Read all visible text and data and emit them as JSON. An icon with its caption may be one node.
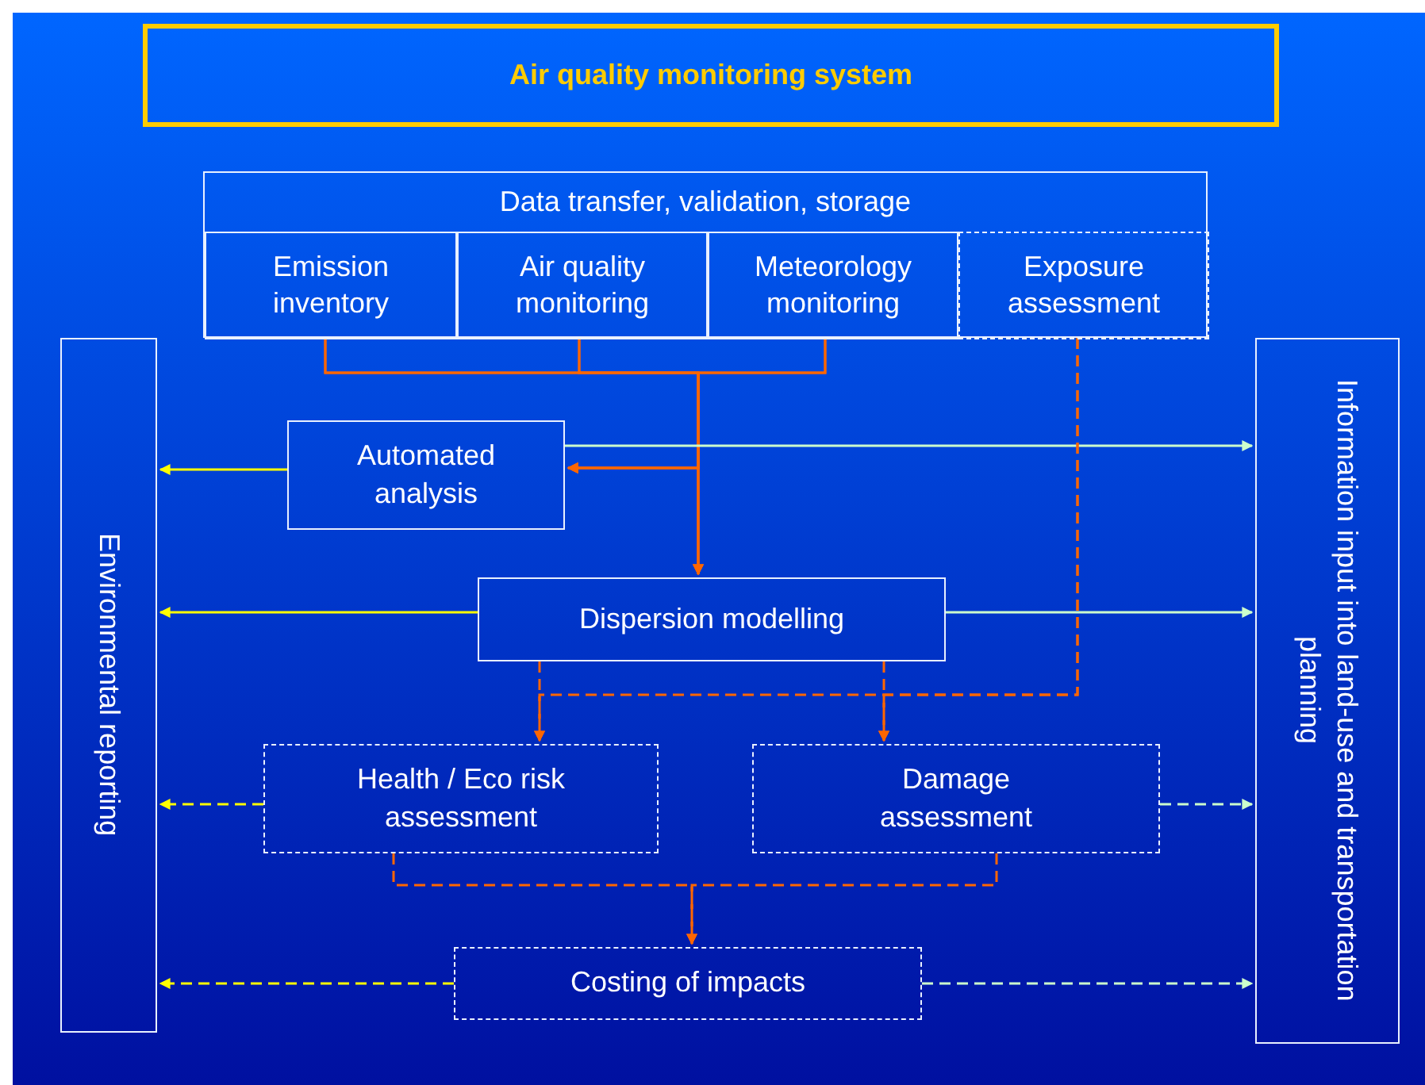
{
  "diagram": {
    "nodes": [
      {
        "text": [
          "Air quality monitoring system"
        ]
      },
      {
        "text": [
          "Data transfer, validation, storage"
        ]
      },
      {
        "text": [
          "Emission inventory"
        ],
        "in": 1
      },
      {
        "text": [
          "Air quality monitoring"
        ],
        "in": 1
      },
      {
        "text": [
          "Meteorology monitoring"
        ],
        "in": 1
      },
      {
        "text": [
          "Exposure assessment"
        ],
        "in": 1
      },
      {
        "text": [
          "Environmental reporting"
        ]
      },
      {
        "text": [
          "Information input into land-use and transportation planning"
        ]
      },
      {
        "text": [
          "Automated analysis"
        ]
      },
      {
        "text": [
          "Dispersion modelling"
        ]
      },
      {
        "text": [
          "Health / Eco risk assessment"
        ]
      },
      {
        "text": [
          "Damage assessment"
        ]
      },
      {
        "text": [
          "Costing of impacts"
        ]
      }
    ],
    "edges": [
      {
        "from": 2,
        "to": 8,
        "arrow": "to"
      },
      {
        "from": 3,
        "to": 8,
        "arrow": "to"
      },
      {
        "from": 4,
        "to": 8,
        "arrow": "to"
      },
      {
        "from": 2,
        "to": 9,
        "arrow": "to"
      },
      {
        "from": 3,
        "to": 9,
        "arrow": "to"
      },
      {
        "from": 4,
        "to": 9,
        "arrow": "to"
      },
      {
        "from": 8,
        "to": 6,
        "arrow": "to",
        "color": "#ffff00"
      },
      {
        "from": 8,
        "to": 7,
        "arrow": "to",
        "color": "#ccffcc"
      },
      {
        "from": 9,
        "to": 6,
        "arrow": "to",
        "color": "#ffff00"
      },
      {
        "from": 9,
        "to": 7,
        "arrow": "to",
        "color": "#ccffcc"
      },
      {
        "from": 9,
        "to": 10,
        "arrow": "to",
        "style": "dashed"
      },
      {
        "from": 9,
        "to": 11,
        "arrow": "to",
        "style": "dashed"
      },
      {
        "from": 5,
        "to": 10,
        "arrow": "to",
        "style": "dashed"
      },
      {
        "from": 5,
        "to": 11,
        "arrow": "to",
        "style": "dashed"
      },
      {
        "from": 10,
        "to": 6,
        "arrow": "to",
        "style": "dashed",
        "color": "#ffff00"
      },
      {
        "from": 11,
        "to": 7,
        "arrow": "to",
        "style": "dashed",
        "color": "#ccffcc"
      },
      {
        "from": 10,
        "to": 12,
        "arrow": "to",
        "style": "dashed"
      },
      {
        "from": 11,
        "to": 12,
        "arrow": "to",
        "style": "dashed"
      },
      {
        "from": 12,
        "to": 6,
        "arrow": "to",
        "style": "dashed",
        "color": "#ffff00"
      },
      {
        "from": 12,
        "to": 7,
        "arrow": "to",
        "style": "dashed",
        "color": "#ccffcc"
      }
    ]
  }
}
